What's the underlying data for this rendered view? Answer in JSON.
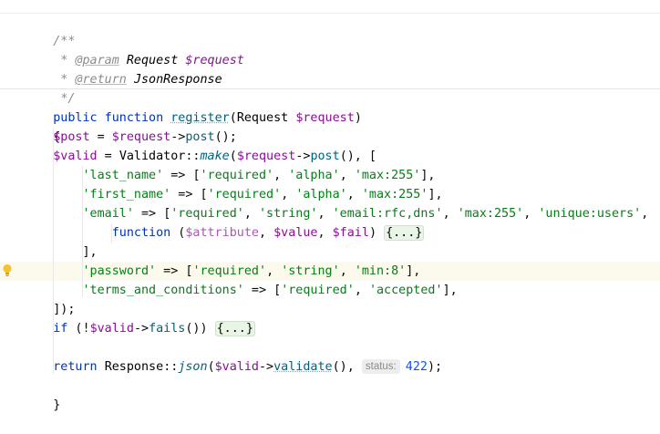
{
  "doc": {
    "open": "/**",
    "param_tag": "@param",
    "param_type": "Request",
    "param_var": "$request",
    "return_tag": "@return",
    "return_type": "JsonResponse",
    "close": "*/"
  },
  "sig": {
    "kw_public": "public",
    "kw_function": "function",
    "name": "register",
    "open_paren": "(",
    "type": "Request",
    "var": "$request",
    "close_paren": ")"
  },
  "brace_open": "{",
  "brace_close": "}",
  "l_post": {
    "var": "$post",
    "eq": " = ",
    "req": "$request",
    "arrow": "->",
    "call": "post",
    "tail": "();"
  },
  "l_valid": {
    "var": "$valid",
    "eq": " = ",
    "cls": "Validator",
    "sep": "::",
    "call": "make",
    "open": "(",
    "req": "$request",
    "arrow": "->",
    "call2": "post",
    "tail": "(), ["
  },
  "rules": {
    "last_name_key": "'last_name'",
    "arrow": " => ",
    "lb": "[",
    "rb": "],",
    "comma": ", ",
    "required": "'required'",
    "alpha": "'alpha'",
    "max255": "'max:255'",
    "first_name_key": "'first_name'",
    "email_key": "'email'",
    "string": "'string'",
    "email_rfc": "'email:rfc,dns'",
    "unique_users": "'unique:users'",
    "closure_kw": "function",
    "closure_open": " (",
    "attr_var": "$attribute",
    "value_var": "$value",
    "fail_var": "$fail",
    "closure_close": ") ",
    "fold": "{...}",
    "close_arr": "],",
    "password_key": "'password'",
    "min8": "'min:8'",
    "terms_key": "'terms_and_conditions'",
    "accepted": "'accepted'",
    "end": "]);"
  },
  "l_if": {
    "kw": "if",
    "open": " (!",
    "var": "$valid",
    "arrow": "->",
    "call": "fails",
    "tail": "()) ",
    "fold": "{...}"
  },
  "l_return": {
    "kw": "return",
    "cls": "Response",
    "sep": "::",
    "call": "json",
    "open": "(",
    "var": "$valid",
    "arrow": "->",
    "call2": "validate",
    "mid": "(), ",
    "hint": "status:",
    "num": "422",
    "tail": ");"
  }
}
